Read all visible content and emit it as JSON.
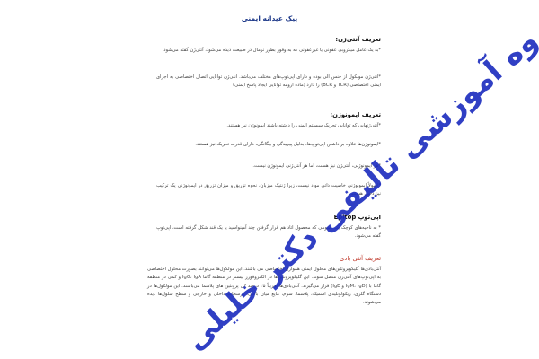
{
  "document": {
    "title": "پیک عیدانه ایمنی",
    "sections": [
      {
        "heading": "تعریف آنتی‌ژن:",
        "paragraphs": [
          "*به یک عامل میکروبی عفونی یا غیرعفونی که به وفور بطور نرمال در طبیعت دیده می‌شود، آنتی‌ژن گفته می‌شود.",
          "*آنتی‌ژن مولکول از جنس آلی بوده و دارای اپی‌توپ‌های مختلف می‌باشد. آنتی‌ژن توانایی اتصال اختصاصی به اجزای ایمنی اختصاصی (TCR و BCR) را دارد (ماده ارومه توانایی ایجاد پاسخ ایمنی)"
        ]
      },
      {
        "heading": "تعریف ایمونوژن:",
        "paragraphs": [
          "*آنتی‌ژنهایی که توانایی تحریک سیستم ایمنی را داشته باشند ایمونوژن نیز هستند.",
          "*ایمونوژن‌ها علاوه بر داشتن اپی‌توپ‌ها، بدلیل پیچیدگی و بیگانگی، دارای قدرت تحریک نیز هستند.",
          "*هر ایمونوژنی، آنتی‌ژن نیز هست، اما هر آنتی‌ژنی ایمونوژن نیست.",
          "*اصولاً ایمونوژنی خاصیت ذاتی مواد نیست، زیرا ژنتیک میزبان، نحوه تزریق و میزان تزریق در ایمونوژنی یک ترکیب نیز دخیل هستند."
        ]
      },
      {
        "heading": "اپی‌توپ Epitop",
        "paragraphs": [
          "* به ناحیه‌های کوچک یک عمومی که محصول اتاد هم قرار گرفتن چند آمینواسید یا یک قند شکل گرفته است، اپی‌توپ گفته می‌شود."
        ]
      },
      {
        "heading": "تعریف آنتی بادی",
        "paragraphs": [
          "آنتی‌بادی‌ها گلیکوپروتئین‌های محلول ایمنی هموارل اختصاصی می باشند. این مولکول‌ها می‌توانند بصورت محلول اختصاصی به اپی‌توپ‌های آنتی‌ژن متصل شوند. این گلیکوپروتئین‌ها در الکتروفورز بیشتر در منطقه گاما IgG، IgA و کمی در منطقه گاما با (IgM، IgD و IgE) قرار می‌گیرند. آنتی‌بادی‌ها تقریباً ۲۵ درصد کل پروتئین های پلاسما می‌باشند. این مولکول‌ها در دستگاه گلژی، ریکولوتلیدی اسمیک، پلاسما، سرم، مایع میان بافتی، ترشحات داخلی و خارجی و سطح سلول‌ها دیده می‌شوند."
        ]
      }
    ]
  },
  "watermark": {
    "text": "گروه آموزشی تالیفی دکتر خلیلی",
    "color": "#1f2fbf"
  }
}
